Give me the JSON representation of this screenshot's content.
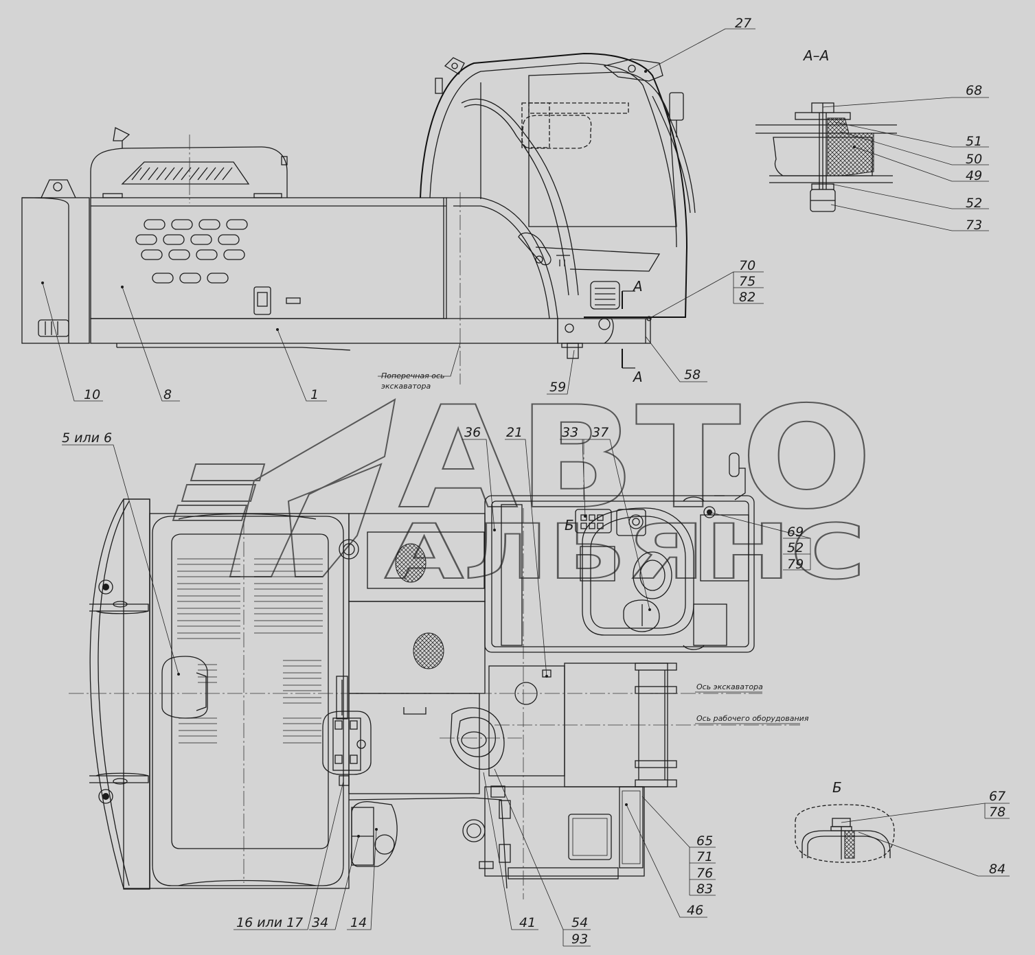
{
  "callouts": {
    "c27": "27",
    "c68": "68",
    "c51": "51",
    "c50": "50",
    "c49": "49",
    "c52a": "52",
    "c73": "73",
    "c70": "70",
    "c75": "75",
    "c82": "82",
    "c58": "58",
    "c59": "59",
    "c10": "10",
    "c8": "8",
    "c1": "1",
    "c5or6": "5 или 6",
    "c36": "36",
    "c21": "21",
    "c33": "33",
    "c37": "37",
    "c69": "69",
    "c52b": "52",
    "c79": "79",
    "c67": "67",
    "c78": "78",
    "c84": "84",
    "c65": "65",
    "c71": "71",
    "c76": "76",
    "c83": "83",
    "c46": "46",
    "c16or17": "16 или 17",
    "c34": "34",
    "c14": "14",
    "c41": "41",
    "c54": "54",
    "c93": "93"
  },
  "views": {
    "section_aa": "А–А",
    "section_b": "Б",
    "mark_a1": "А",
    "mark_a2": "А",
    "mark_b": "Б"
  },
  "notes": {
    "transverse_axis_line1": "Поперечная ось",
    "transverse_axis_line2": "экскаватора",
    "excavator_axis": "Ось экскаватора",
    "work_equipment_axis": "Ось рабочего оборудования"
  },
  "watermark": {
    "line1": "АВТО",
    "line2": "АЛЬЯНС"
  }
}
